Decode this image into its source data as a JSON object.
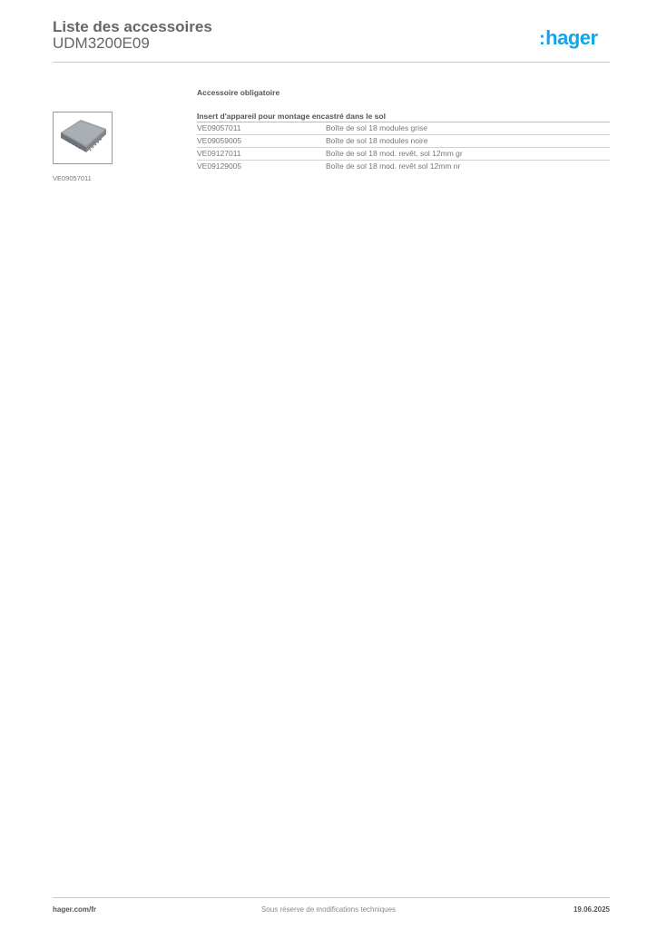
{
  "header": {
    "title": "Liste des accessoires",
    "subtitle": "UDM3200E09",
    "logo_colon": ":",
    "logo_text": "hager",
    "logo_color": "#10a6e8"
  },
  "section": {
    "title": "Accessoire obligatoire"
  },
  "product_image": {
    "code": "VE09057011"
  },
  "table": {
    "heading": "Insert d'appareil pour montage encastré dans le sol",
    "rows": [
      {
        "ref": "VE09057011",
        "desc": "Boîte de sol 18 modules grise"
      },
      {
        "ref": "VE09059005",
        "desc": "Boîte de sol 18 modules noire"
      },
      {
        "ref": "VE09127011",
        "desc": "Boîte de sol 18 mod. revêt. sol 12mm gr"
      },
      {
        "ref": "VE09129005",
        "desc": "Boîte de sol 18 mod. revêt sol 12mm nr"
      }
    ]
  },
  "footer": {
    "website": "hager.com/fr",
    "disclaimer": "Sous réserve de modifications techniques",
    "date": "19.06.2025"
  }
}
